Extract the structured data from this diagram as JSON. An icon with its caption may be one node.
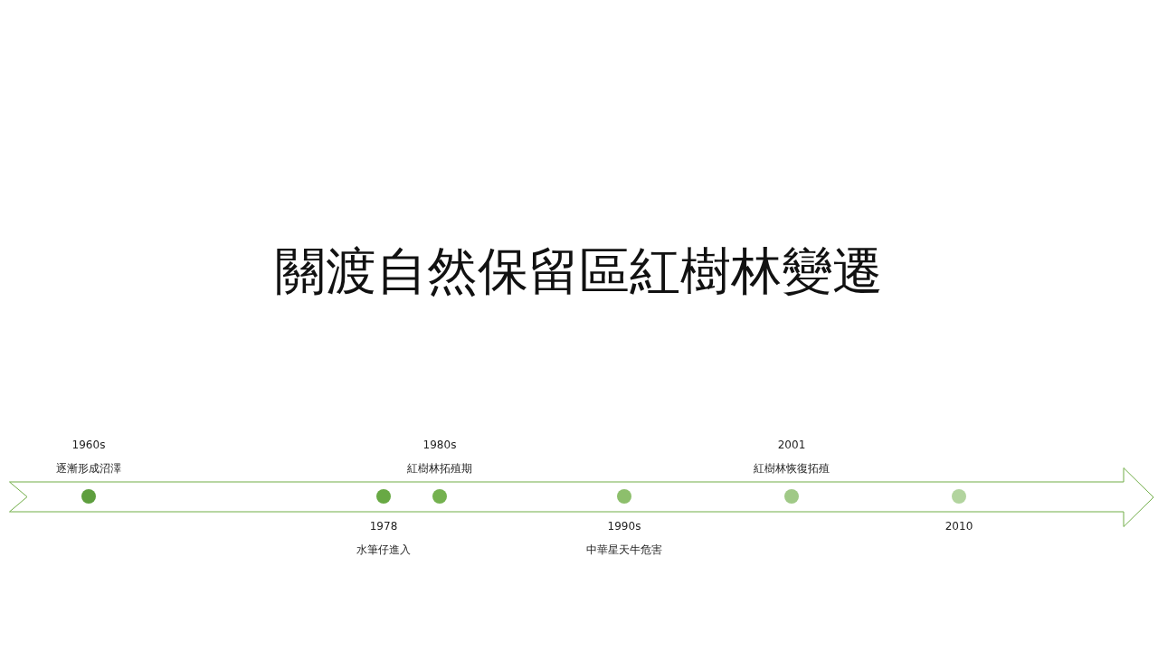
{
  "diagram": {
    "title": "關渡自然保留區紅樹林變遷",
    "nodes": [
      {
        "text": [],
        "shape": "arrow"
      },
      {
        "text": [],
        "shape": "circle",
        "in": 0,
        "beside": [
          "1960s",
          "逐漸形成沼澤"
        ]
      },
      {
        "text": [],
        "shape": "circle",
        "in": 0,
        "beside": [
          "1978",
          "水筆仔進入"
        ]
      },
      {
        "text": [],
        "shape": "circle",
        "in": 0,
        "beside": [
          "1980s",
          "紅樹林拓殖期"
        ]
      },
      {
        "text": [],
        "shape": "circle",
        "in": 0,
        "beside": [
          "1990s",
          "中華星天牛危害"
        ]
      },
      {
        "text": [],
        "shape": "circle",
        "in": 0,
        "beside": [
          "2001",
          "紅樹林恢復拓殖"
        ]
      },
      {
        "text": [],
        "shape": "circle",
        "in": 0,
        "beside": [
          "2010"
        ]
      }
    ]
  }
}
